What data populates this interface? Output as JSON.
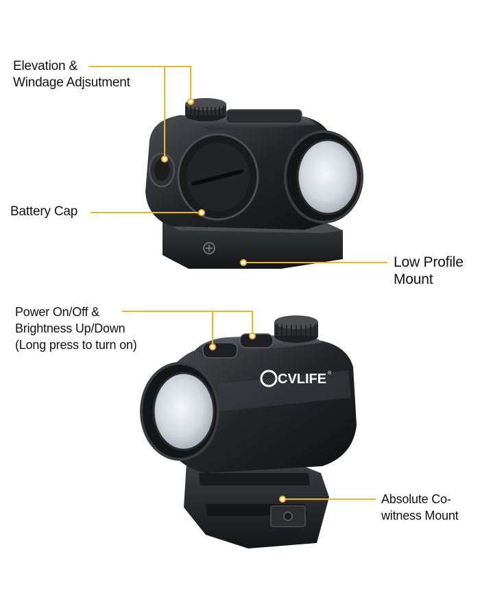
{
  "brand": {
    "logo_text": "CVLIFE",
    "registered_mark": "®"
  },
  "callouts": {
    "elevation": {
      "line1": "Elevation &",
      "line2": "Windage Adjsutment"
    },
    "battery": {
      "line1": "Battery Cap"
    },
    "low_profile": {
      "line1": "Low Profile",
      "line2": "Mount"
    },
    "power": {
      "line1": "Power On/Off &",
      "line2": "Brightness Up/Down",
      "line3": "(Long press to turn on)"
    },
    "cowitness": {
      "line1": "Absolute Co-",
      "line2": "witness Mount"
    }
  },
  "colors": {
    "callout_line": "#f2b51c",
    "body_dark": "#1c1d1f",
    "body_mid": "#34363a",
    "body_light": "#55585d",
    "lens_glass": "#d9dde2"
  }
}
